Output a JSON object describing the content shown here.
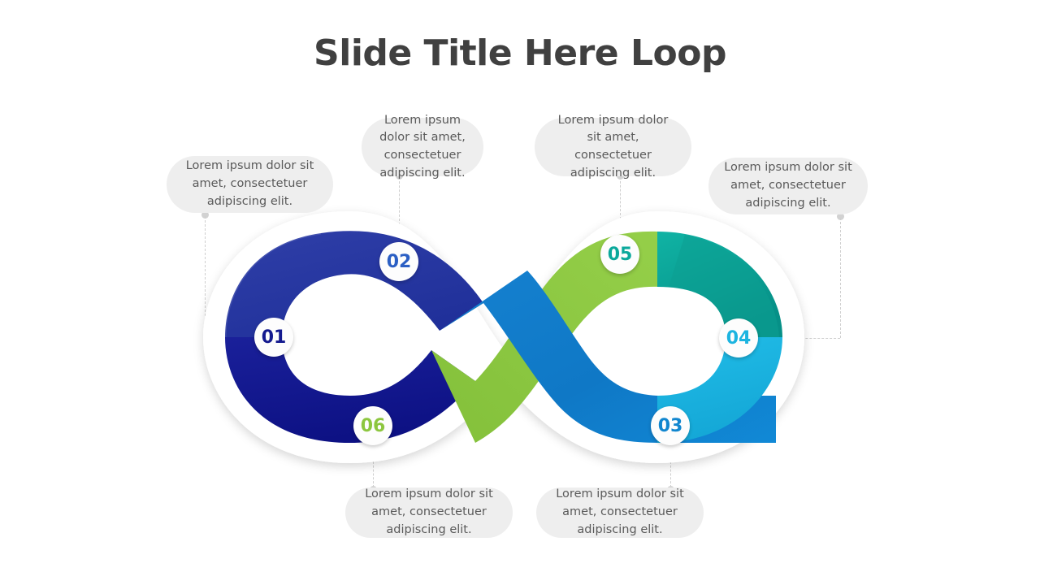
{
  "slide": {
    "title": "Slide Title Here Loop",
    "title_color": "#404040",
    "background": "#ffffff"
  },
  "diagram": {
    "type": "infinity-loop",
    "shape_name": "infinity-loop-ribbon",
    "segment_count": 6,
    "palette": {
      "navy_light": "#2a3b9c",
      "navy_dark": "#141a8f",
      "blue_mid": "#0f6fc0",
      "blue_bright": "#1188d6",
      "cyan": "#1cb4e0",
      "teal": "#0aa89b",
      "teal_dark": "#069087",
      "green": "#8cc63e",
      "green_dark": "#7cb93a"
    }
  },
  "body_text": "Lorem ipsum dolor sit amet, consectetuer adipiscing elit.",
  "steps": [
    {
      "number": "01",
      "number_color": "#141a8f",
      "text": "Lorem ipsum dolor sit amet, consectetuer adipiscing elit."
    },
    {
      "number": "02",
      "number_color": "#2b5fc4",
      "text": "Lorem ipsum dolor sit amet, consectetuer adipiscing elit."
    },
    {
      "number": "03",
      "number_color": "#1186cf",
      "text": "Lorem ipsum dolor sit amet, consectetuer adipiscing elit."
    },
    {
      "number": "04",
      "number_color": "#1cb4e0",
      "text": "Lorem ipsum dolor sit amet, consectetuer adipiscing elit."
    },
    {
      "number": "05",
      "number_color": "#0aa89b",
      "text": "Lorem ipsum dolor sit amet, consectetuer adipiscing elit."
    },
    {
      "number": "06",
      "number_color": "#8cc63e",
      "text": "Lorem ipsum dolor sit amet, consectetuer adipiscing elit."
    }
  ]
}
